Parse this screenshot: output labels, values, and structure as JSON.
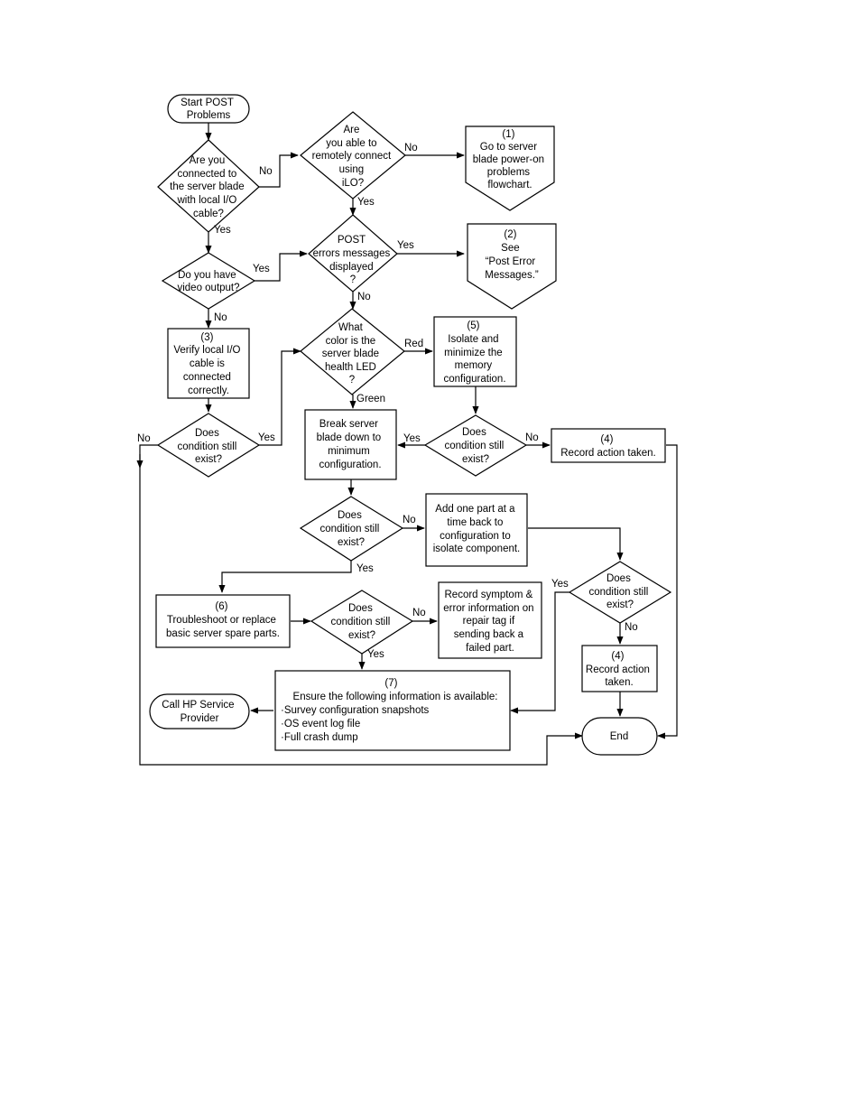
{
  "flowchart": {
    "start": [
      "Start POST",
      "Problems"
    ],
    "q_local_cable": [
      "Are you",
      "connected to",
      "the server blade",
      "with local I/O",
      "cable?"
    ],
    "q_remote": [
      "Are",
      "you able to",
      "remotely connect",
      "using",
      "iLO?"
    ],
    "go_power_on": [
      "(1)",
      "Go to server",
      "blade power-on",
      "problems",
      "flowchart."
    ],
    "q_post_errors": [
      "POST",
      "errors messages",
      "displayed",
      "?"
    ],
    "see_post_errors": [
      "(2)",
      "See",
      "“Post Error",
      "Messages.”"
    ],
    "q_video": [
      "Do you have",
      "video output?"
    ],
    "verify_cable": [
      "(3)",
      "Verify local I/O",
      "cable is",
      "connected",
      "correctly."
    ],
    "q_led_color": [
      "What",
      "color is the",
      "server blade",
      "health LED",
      "?"
    ],
    "isolate_memory": [
      "(5)",
      "Isolate and",
      "minimize the",
      "memory",
      "configuration."
    ],
    "q_cond_left": [
      "Does",
      "condition still",
      "exist?"
    ],
    "break_down": [
      "Break server",
      "blade down to",
      "minimum",
      "configuration."
    ],
    "q_cond_mem": [
      "Does",
      "condition still",
      "exist?"
    ],
    "record_action_1": [
      "(4)",
      "Record action taken."
    ],
    "q_cond_min": [
      "Does",
      "condition still",
      "exist?"
    ],
    "add_part": [
      "Add one part at a",
      "time back to",
      "configuration to",
      "isolate component."
    ],
    "q_cond_add": [
      "Does",
      "condition still",
      "exist?"
    ],
    "troubleshoot": [
      "(6)",
      "Troubleshoot or replace",
      "basic server spare parts."
    ],
    "q_cond_spare": [
      "Does",
      "condition still",
      "exist?"
    ],
    "record_symptom": [
      "Record symptom &",
      "error information on",
      "repair tag if",
      "sending back a",
      "failed part."
    ],
    "record_action_2": [
      "(4)",
      "Record action",
      "taken."
    ],
    "ensure_info": [
      "(7)",
      "Ensure the following information is available:",
      "·Survey configuration snapshots",
      "·OS event log file",
      "·Full crash dump"
    ],
    "call_hp": [
      "Call HP Service",
      "Provider"
    ],
    "end": [
      "End"
    ]
  },
  "edge_labels": {
    "yes": "Yes",
    "no": "No",
    "red": "Red",
    "green": "Green"
  }
}
